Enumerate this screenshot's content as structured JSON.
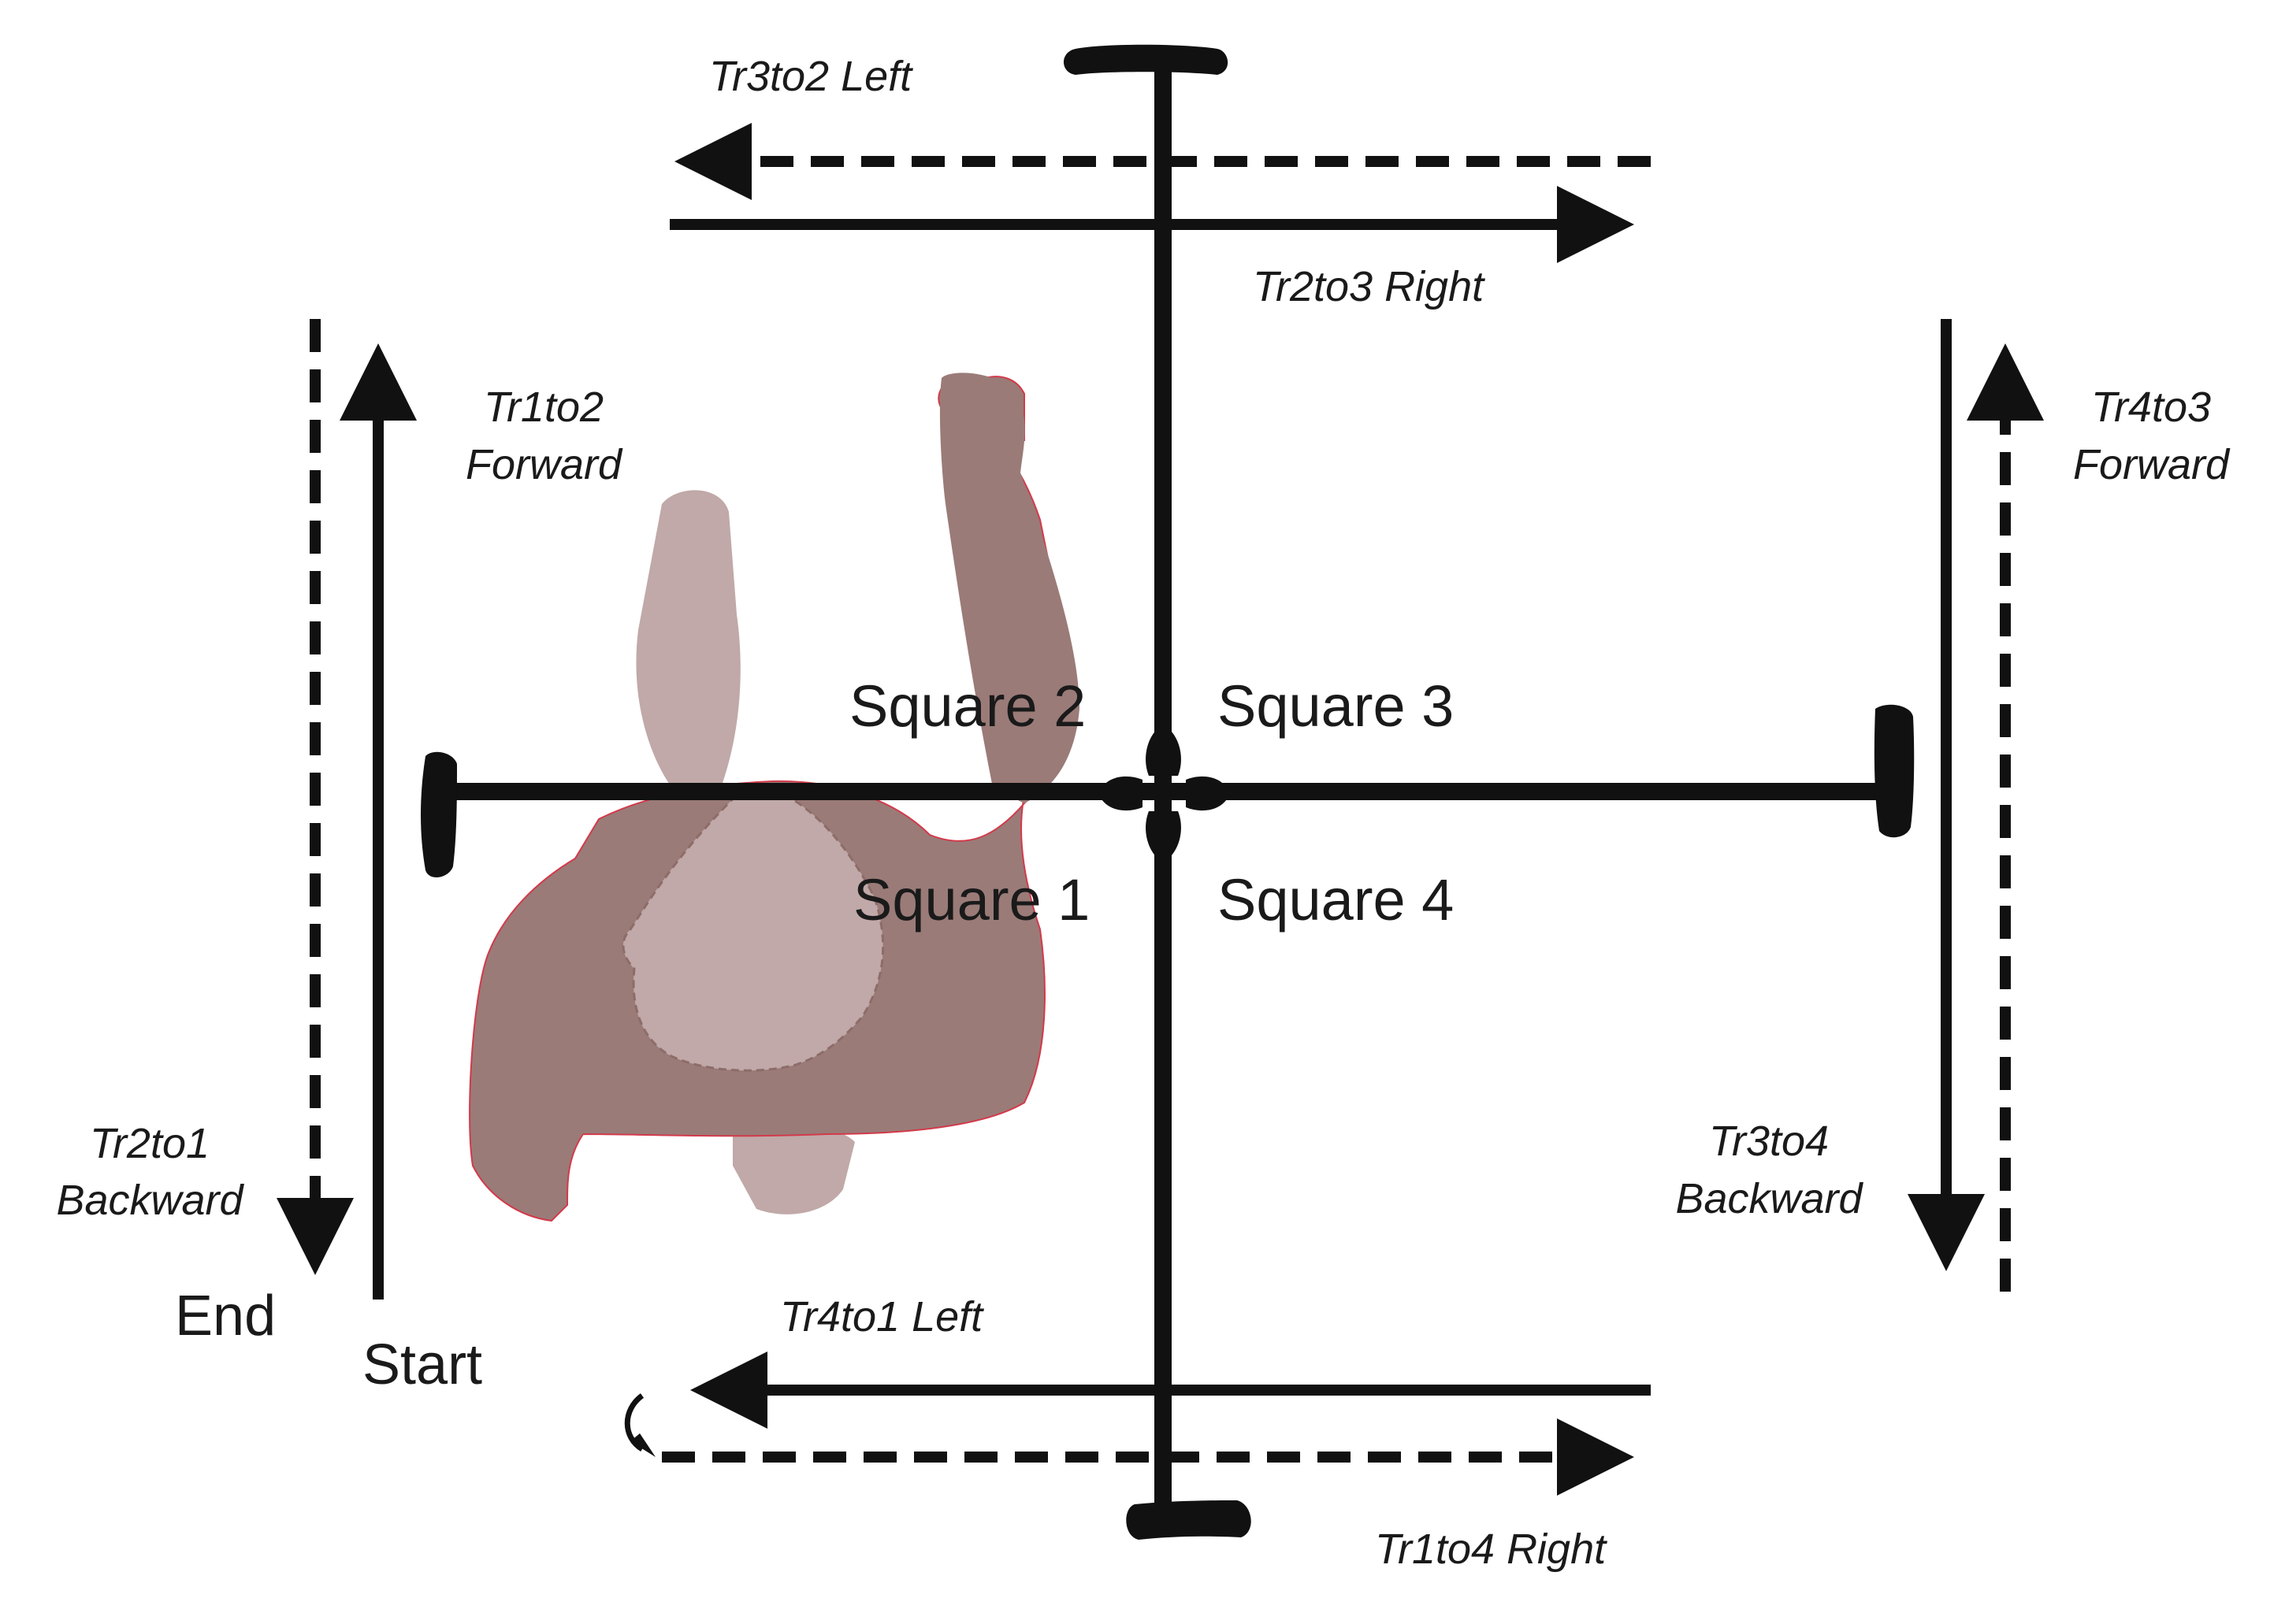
{
  "squares": {
    "square_1": "Square 1",
    "square_2": "Square 2",
    "square_3": "Square 3",
    "square_4": "Square 4"
  },
  "transitions": {
    "tr3to2": "Tr3to2 Left",
    "tr2to3": "Tr2to3 Right",
    "tr1to2_line1": "Tr1to2",
    "tr1to2_line2": "Forward",
    "tr4to3_line1": "Tr4to3",
    "tr4to3_line2": "Forward",
    "tr2to1_line1": "Tr2to1",
    "tr2to1_line2": "Backward",
    "tr3to4_line1": "Tr3to4",
    "tr3to4_line2": "Backward",
    "tr4to1": "Tr4to1 Left",
    "tr1to4": "Tr1to4 Right"
  },
  "markers": {
    "start": "Start",
    "end": "End"
  },
  "colors": {
    "ink": "#111111",
    "body_dark": "#9a7b78",
    "body_light": "#c0a9a8",
    "outline": "#d23a4a"
  }
}
